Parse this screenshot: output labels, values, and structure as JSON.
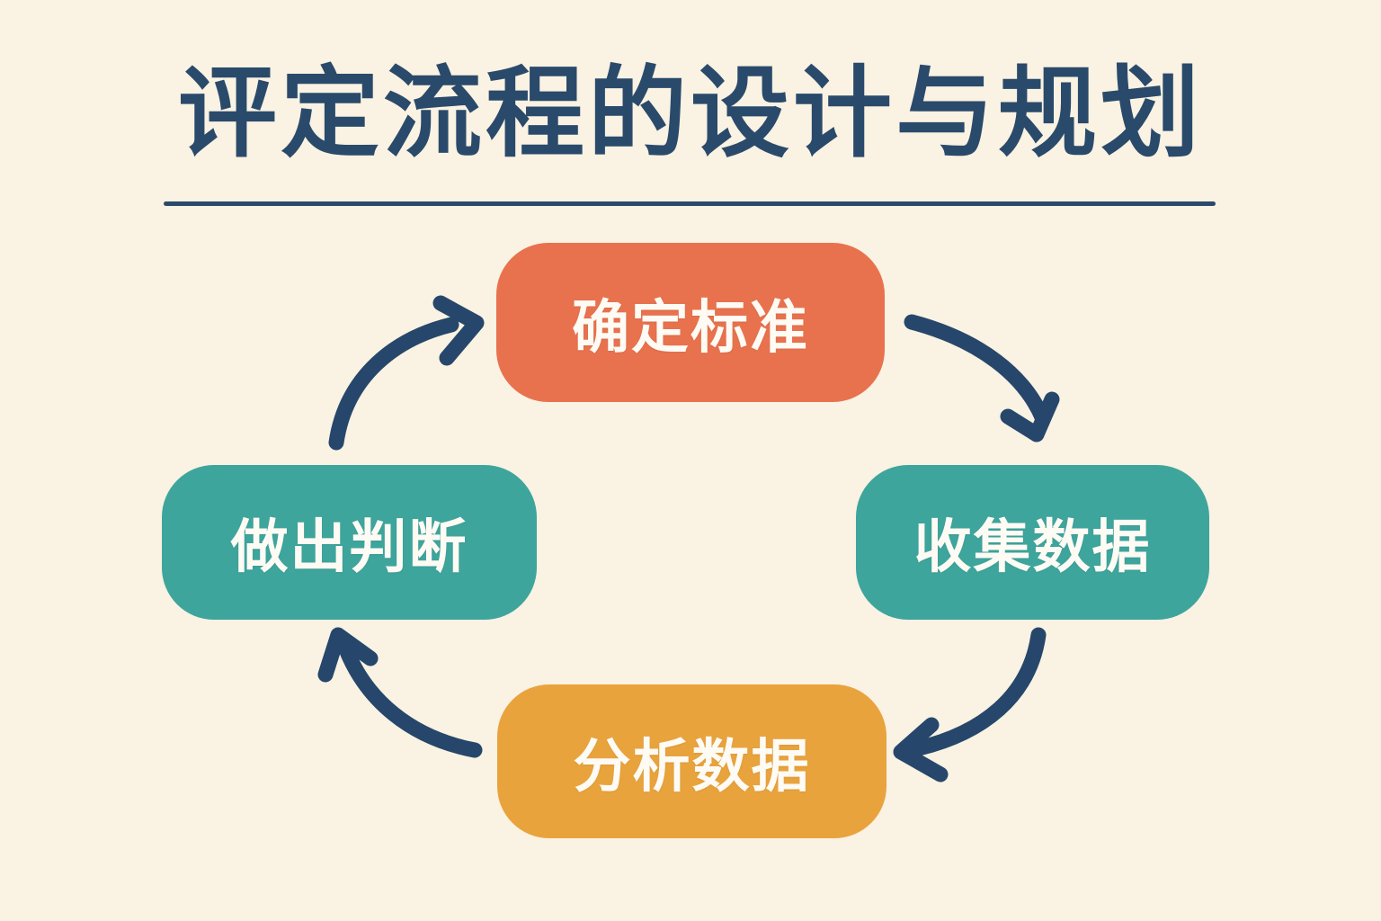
{
  "title": {
    "text": "评定流程的设计与规划"
  },
  "colors": {
    "background": "#FAF2E2",
    "navy": "#2A4A6B",
    "arrow": "#26476B",
    "orange": "#E8724E",
    "teal": "#3EA59D",
    "amber": "#E9A33D",
    "text_light": "#FDFBF4"
  },
  "cycle": {
    "flow": "clockwise",
    "steps": [
      {
        "label": "确定标准",
        "position": "top",
        "color": "#E8724E"
      },
      {
        "label": "收集数据",
        "position": "right",
        "color": "#3EA59D"
      },
      {
        "label": "分析数据",
        "position": "bottom",
        "color": "#E9A33D"
      },
      {
        "label": "做出判断",
        "position": "left",
        "color": "#3EA59D"
      }
    ]
  }
}
